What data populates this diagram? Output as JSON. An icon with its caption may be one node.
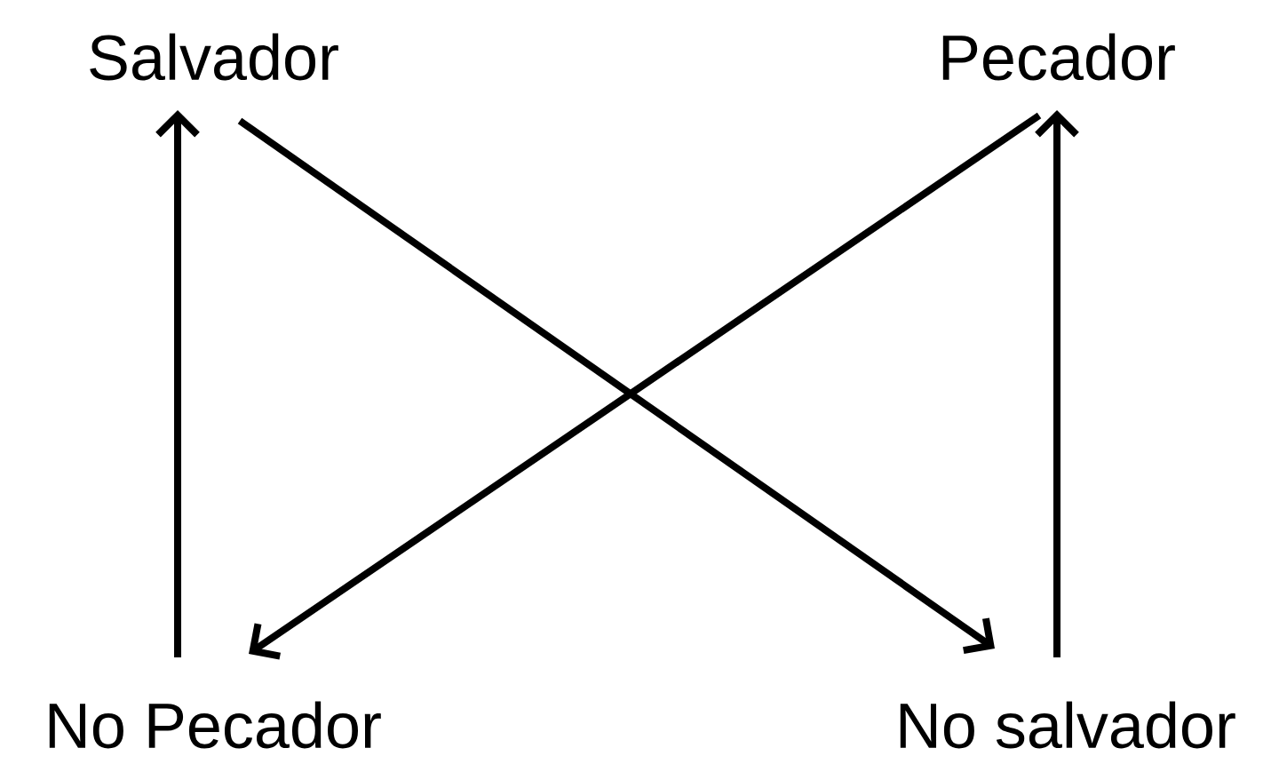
{
  "diagram": {
    "nodes": [
      {
        "text": [
          "Salvador"
        ]
      },
      {
        "text": [
          "Pecador"
        ]
      },
      {
        "text": [
          "No Pecador"
        ]
      },
      {
        "text": [
          "No salvador"
        ]
      }
    ],
    "edges": [
      {
        "from": 2,
        "to": 0,
        "arrow": "to"
      },
      {
        "from": 0,
        "to": 3,
        "arrow": "to"
      },
      {
        "from": 1,
        "to": 2,
        "arrow": "to"
      },
      {
        "from": 3,
        "to": 1,
        "arrow": "to"
      }
    ]
  }
}
